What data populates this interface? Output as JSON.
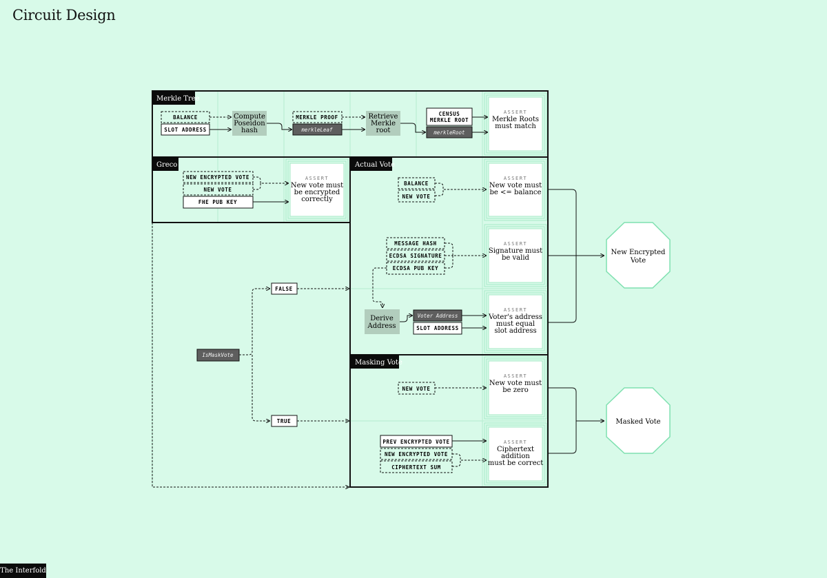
{
  "page": {
    "title": "Circuit Design",
    "brand": "The Interfold"
  },
  "sections": {
    "merkle": "Merkle Tree",
    "greco": "Greco",
    "actual": "Actual Vote",
    "masking": "Masking Vote"
  },
  "labels": {
    "balance": "BALANCE",
    "slot_address": "SLOT ADDRESS",
    "merkle_proof": "MERKLE PROOF",
    "merkle_leaf": "merkleLeaf",
    "census_line1": "CENSUS",
    "census_line2": "MERKLE ROOT",
    "merkle_root": "merkleRoot",
    "new_encrypted_vote": "NEW ENCRYPTED VOTE",
    "new_vote": "NEW VOTE",
    "fhe_pub_key": "FHE PUB KEY",
    "message_hash": "MESSAGE HASH",
    "ecdsa_signature": "ECDSA SIGNATURE",
    "ecdsa_pub_key": "ECDSA PUB KEY",
    "voter_address": "Voter Address",
    "prev_encrypted_vote": "PREV ENCRYPTED VOTE",
    "ciphertext_sum": "CIPHERTEXT SUM",
    "is_mask_vote": "IsMaskVote",
    "false": "FALSE",
    "true": "TRUE"
  },
  "processes": {
    "poseidon": [
      "Compute",
      "Poseidon",
      "hash"
    ],
    "retrieve": [
      "Retrieve",
      "Merkle",
      "root"
    ],
    "derive": [
      "Derive",
      "Address"
    ]
  },
  "asserts": {
    "label": "ASSERT",
    "merkle": [
      "Merkle Roots",
      "must match"
    ],
    "greco": [
      "New vote must",
      "be encrypted",
      "correctly"
    ],
    "balance": [
      "New vote must",
      "be <= balance"
    ],
    "signature": [
      "Signature must",
      "be valid"
    ],
    "address": [
      "Voter's address",
      "must equal",
      "slot address"
    ],
    "zero": [
      "New vote must",
      "be zero"
    ],
    "cipher": [
      "Ciphertext",
      "addition",
      "must be correct"
    ]
  },
  "outputs": {
    "new_encrypted": [
      "New Encrypted",
      "Vote"
    ],
    "masked": [
      "Masked Vote"
    ]
  }
}
